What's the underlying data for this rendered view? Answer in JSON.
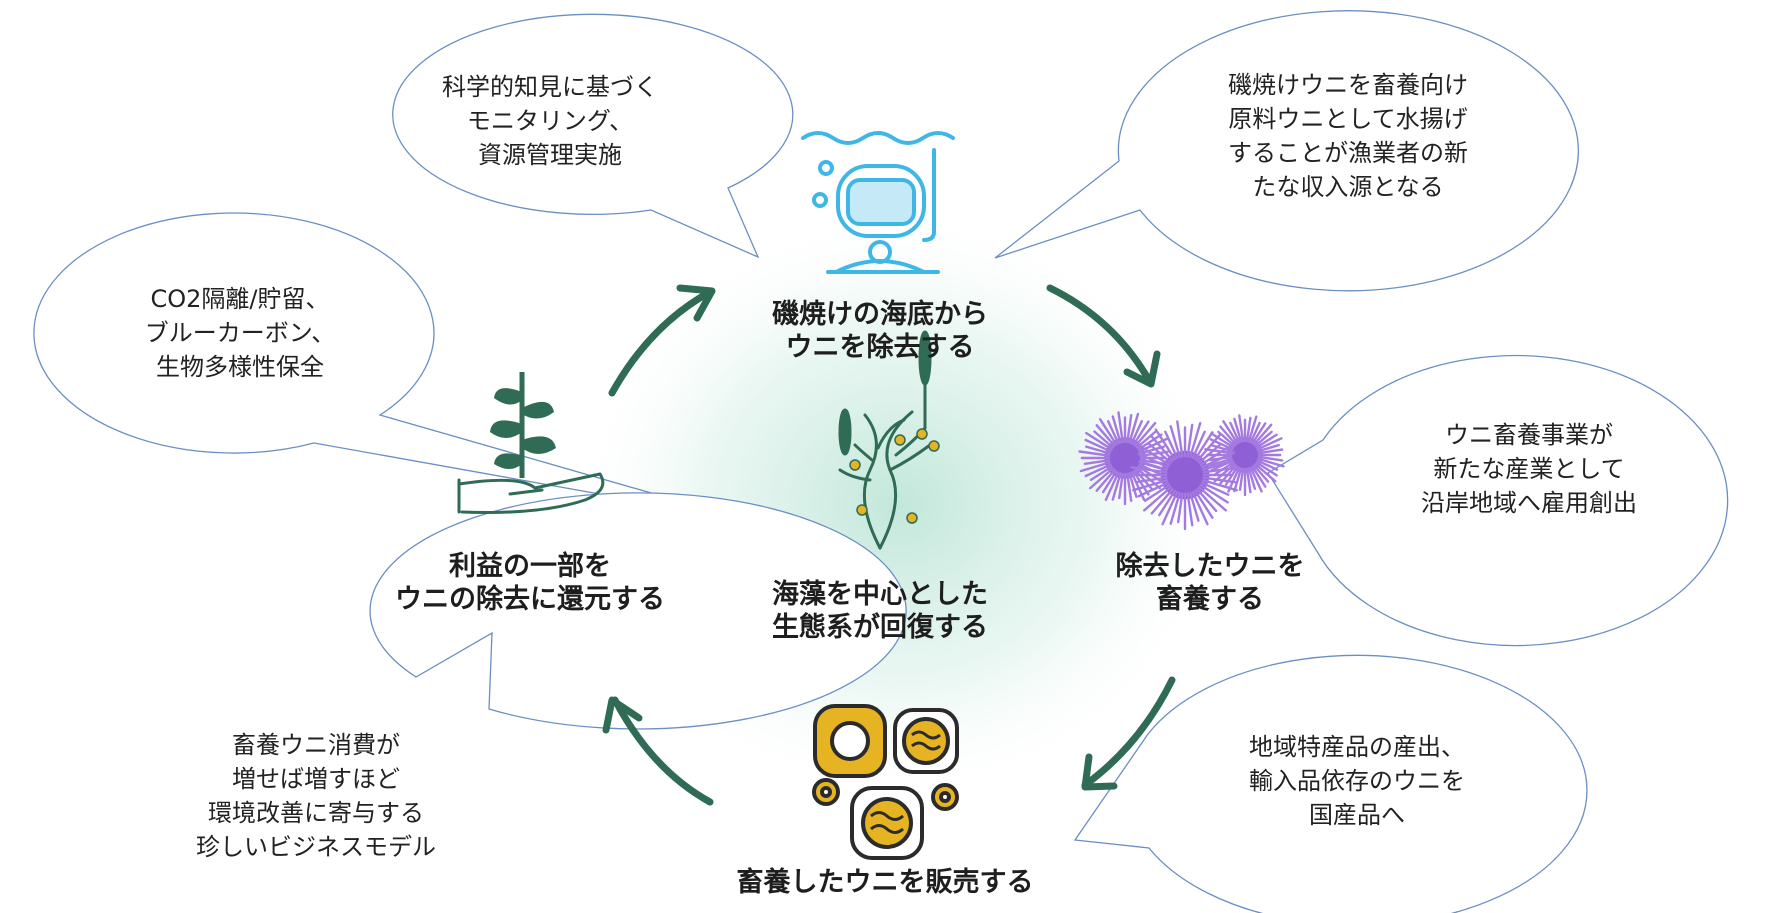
{
  "colors": {
    "arrow": "#2f6b55",
    "bubble_stroke": "#6a8fc4",
    "diver": "#3fb7e6",
    "urchin": "#a47ae0",
    "plant": "#2f6b55",
    "product_yellow": "#e6b422",
    "center_glow": "#bfe6d8"
  },
  "icons": {
    "diver": "diver-icon",
    "urchins": "sea-urchin-icon",
    "products": "urchin-product-icon",
    "plant": "sprout-in-hand-icon",
    "seaweed": "seaweed-icon"
  },
  "cycle": {
    "top": {
      "lines": [
        "磯焼けの海底から",
        "ウニを除去する"
      ]
    },
    "right": {
      "lines": [
        "除去したウニを",
        "畜養する"
      ]
    },
    "bottom": {
      "lines": [
        "畜養したウニを販売する"
      ]
    },
    "left": {
      "lines": [
        "利益の一部を",
        "ウニの除去に還元する"
      ]
    },
    "center": {
      "lines": [
        "海藻を中心とした",
        "生態系が回復する"
      ]
    }
  },
  "bubbles": {
    "science": {
      "lines": [
        "科学的知見に基づく",
        "モニタリング、",
        "資源管理実施"
      ]
    },
    "income": {
      "lines": [
        "磯焼けウニを畜養向け",
        "原料ウニとして水揚げ",
        "することが漁業者の新",
        "たな収入源となる"
      ]
    },
    "carbon": {
      "lines": [
        "CO2隔離/貯留、",
        "ブルーカーボン、",
        "生物多様性保全"
      ]
    },
    "industry": {
      "lines": [
        "ウニ畜養事業が",
        "新たな産業として",
        "沿岸地域へ雇用創出"
      ]
    },
    "local": {
      "lines": [
        "地域特産品の産出、",
        "輸入品依存のウニを",
        "国産品へ"
      ]
    },
    "business": {
      "lines": [
        "畜養ウニ消費が",
        "増せば増すほど",
        "環境改善に寄与する",
        "珍しいビジネスモデル"
      ]
    }
  }
}
